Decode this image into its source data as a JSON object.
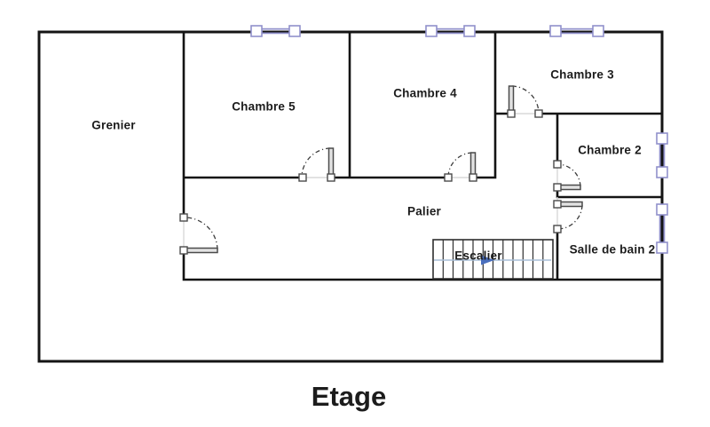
{
  "title": "Etage",
  "rooms": {
    "grenier": {
      "label": "Grenier"
    },
    "chambre5": {
      "label": "Chambre 5"
    },
    "chambre4": {
      "label": "Chambre 4"
    },
    "chambre3": {
      "label": "Chambre 3"
    },
    "chambre2": {
      "label": "Chambre 2"
    },
    "palier": {
      "label": "Palier"
    },
    "escalier": {
      "label": "Escalier"
    },
    "salledebain2": {
      "label": "Salle de bain 2"
    }
  },
  "icons": [
    "window-icon",
    "door-icon",
    "stairs-icon",
    "stairs-direction-arrow"
  ],
  "colors": {
    "wall": "#141414",
    "window_frame": "#9191cb",
    "door_leaf_fill": "#e3e3e3",
    "door_leaf_stroke": "#4b4b4b",
    "door_arc": "#3d3d3d",
    "threshold": "#d8d8d8",
    "stairs_line": "#a9bfd9",
    "stairs_arrow": "#4a6fbe",
    "text": "#1c1c1c",
    "background": "#ffffff"
  }
}
